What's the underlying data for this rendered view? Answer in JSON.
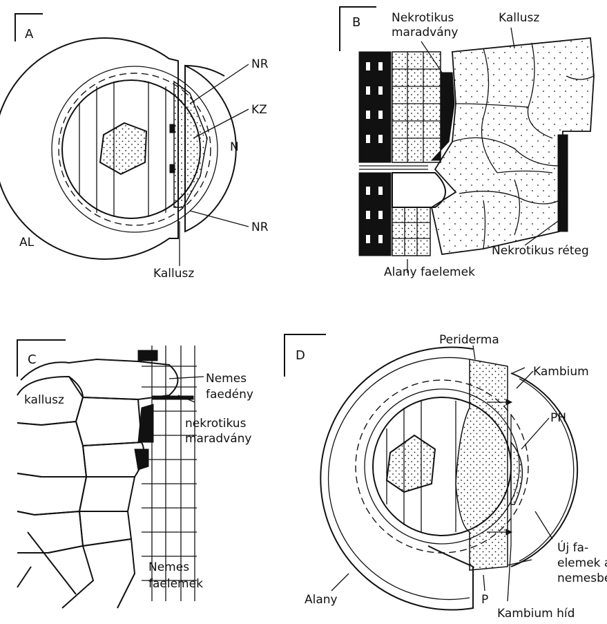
{
  "panels": {
    "a": {
      "letter": "A",
      "labels": {
        "nr_top": "NR",
        "kz": "KZ",
        "n": "N",
        "nr_bottom": "NR",
        "al": "AL",
        "kallusz": "Kallusz"
      }
    },
    "b": {
      "letter": "B",
      "labels": {
        "nekrotikus_1": "Nekrotikus",
        "nekrotikus_2": "maradvány",
        "kallusz": "Kallusz",
        "nekrotikus_reteg": "Nekrotikus réteg",
        "alany_faelemek": "Alany faelemek"
      }
    },
    "c": {
      "letter": "C",
      "labels": {
        "kallusz": "kallusz",
        "nemes_faedeny_1": "Nemes",
        "nemes_faedeny_2": "faedény",
        "nekrotikus_1": "nekrotikus",
        "nekrotikus_2": "maradvány",
        "nemes_faelemek_1": "Nemes",
        "nemes_faelemek_2": "faelemek"
      }
    },
    "d": {
      "letter": "D",
      "labels": {
        "periderma": "Periderma",
        "kambium": "Kambium",
        "ph": "PH",
        "uj_1": "Új fa-",
        "uj_2": "elemek a",
        "uj_3": "nemesben",
        "alany": "Alany",
        "p": "P",
        "kambium_hid": "Kambium híd"
      }
    }
  }
}
